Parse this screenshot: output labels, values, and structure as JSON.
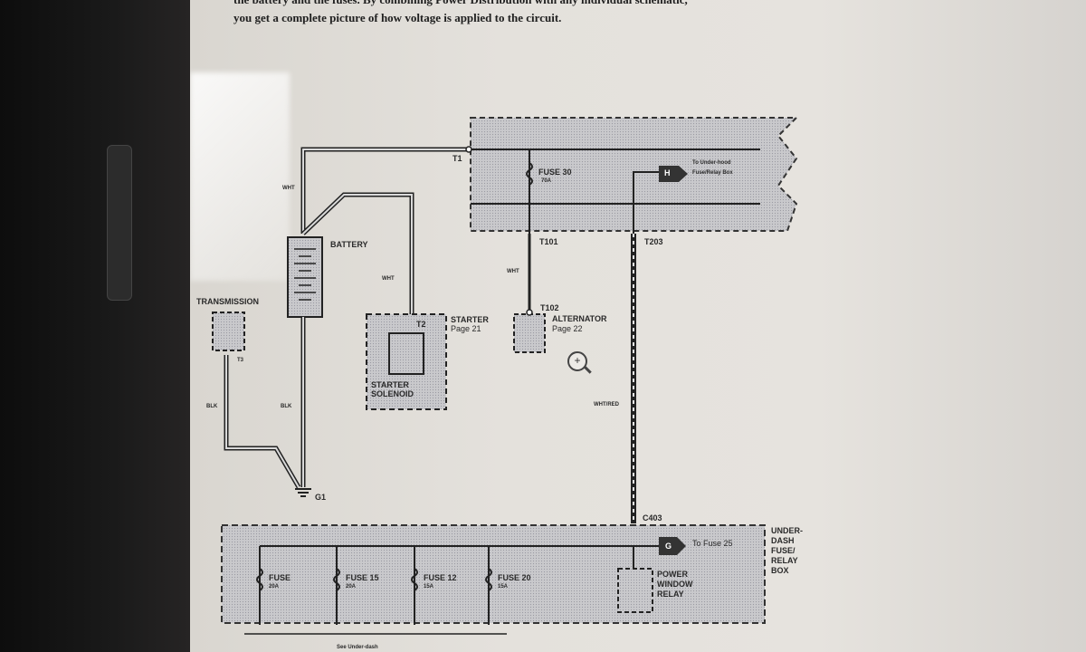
{
  "intro": {
    "line1": "the battery and the fuses. By combining Power Distribution with any individual schematic,",
    "line2": "you get a complete picture of how voltage is applied to the circuit."
  },
  "labels": {
    "t1": "T1",
    "fuse30": "FUSE 30",
    "fuse30_amp": "70A",
    "to_underhood": "To Under-hood",
    "fuse_relay_box": "Fuse/Relay Box",
    "h_connector": "H",
    "wht_top": "WHT",
    "battery": "BATTERY",
    "t101": "T101",
    "t203": "T203",
    "wht_mid": "WHT",
    "wht_starter": "WHT",
    "transmission": "TRANSMISSION",
    "starter": "STARTER",
    "starter_page": "Page 21",
    "t2": "T2",
    "t102": "T102",
    "alternator": "ALTERNATOR",
    "alternator_page": "Page 22",
    "t3": "T3",
    "starter_solenoid_1": "STARTER",
    "starter_solenoid_2": "SOLENOID",
    "blk1": "BLK",
    "blk2": "BLK",
    "wht_red": "WHT/RED",
    "g1": "G1",
    "c403": "C403",
    "g_connector": "G",
    "to_fuse_25": "To Fuse 25",
    "underdash_1": "UNDER-",
    "underdash_2": "DASH",
    "underdash_3": "FUSE/",
    "underdash_4": "RELAY",
    "underdash_5": "BOX",
    "fuse_n": "FUSE",
    "fuse_n_amp": "20A",
    "fuse15": "FUSE 15",
    "fuse15_amp": "20A",
    "fuse12": "FUSE 12",
    "fuse12_amp": "15A",
    "fuse20": "FUSE 20",
    "fuse20_amp": "15A",
    "power_window_1": "POWER",
    "power_window_2": "WINDOW",
    "power_window_3": "RELAY",
    "see_underdash": "See Under-dash"
  }
}
